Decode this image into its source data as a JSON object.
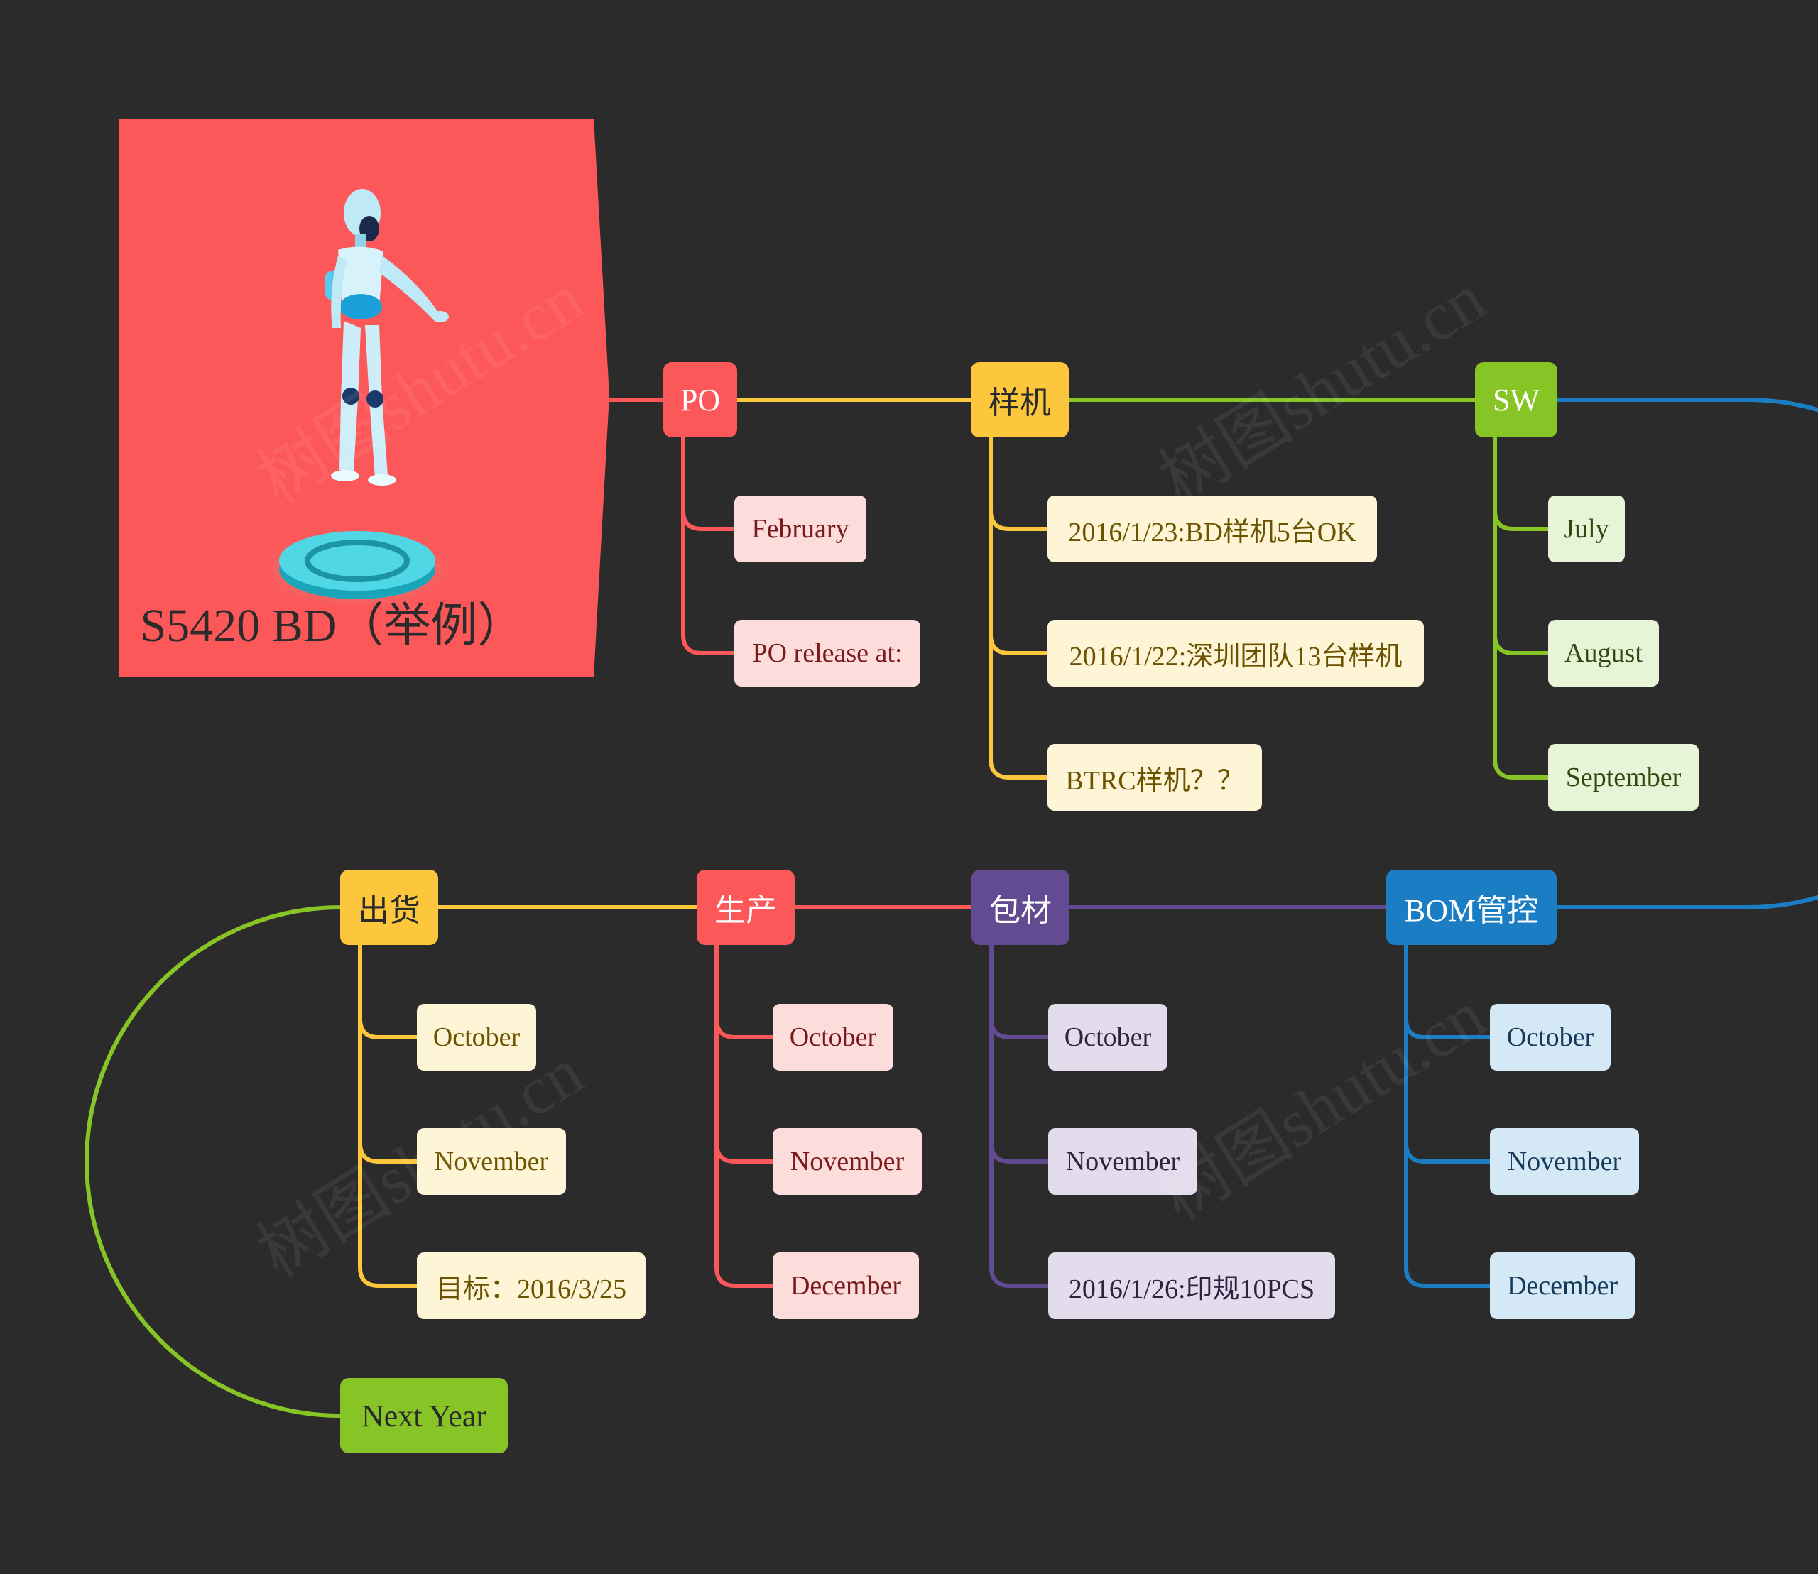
{
  "root": {
    "title": "S5420 BD（举例）",
    "color": "#fd5859"
  },
  "watermark": "树图shutu.cn",
  "branches": [
    {
      "id": "po",
      "label": "PO",
      "color": "#fd5859",
      "leaf_bg": "#fddcdc",
      "leaf_text": "#7a1a1a",
      "children": [
        "February",
        "PO release at:"
      ]
    },
    {
      "id": "prototype",
      "label": "样机",
      "color": "#fdc73d",
      "leaf_bg": "#fef5d6",
      "leaf_text": "#6b5300",
      "children": [
        "2016/1/23:BD样机5台OK",
        "2016/1/22:深圳团队13台样机",
        "BTRC样机？？"
      ]
    },
    {
      "id": "sw",
      "label": "SW",
      "color": "#87c526",
      "leaf_bg": "#e8f4d8",
      "leaf_text": "#2f4a10",
      "children": [
        "July",
        "August",
        "September"
      ]
    },
    {
      "id": "bom",
      "label": "BOM管控",
      "color": "#1b7dc4",
      "leaf_bg": "#d5e8f6",
      "leaf_text": "#163a5a",
      "children": [
        "October",
        "November",
        "December"
      ]
    },
    {
      "id": "packaging",
      "label": "包材",
      "color": "#634b92",
      "leaf_bg": "#e2dcec",
      "leaf_text": "#2e2440",
      "children": [
        "October",
        "November",
        "2016/1/26:印规10PCS"
      ]
    },
    {
      "id": "production",
      "label": "生产",
      "color": "#fd5859",
      "leaf_bg": "#fddcdc",
      "leaf_text": "#7a1a1a",
      "children": [
        "October",
        "November",
        "December"
      ]
    },
    {
      "id": "shipping",
      "label": "出货",
      "color": "#fdc73d",
      "leaf_bg": "#fef5d6",
      "leaf_text": "#6b5300",
      "children": [
        "October",
        "November",
        "目标：2016/3/25"
      ]
    },
    {
      "id": "next-year",
      "label": "Next Year",
      "color": "#87c526",
      "leaf_bg": "#e8f4d8",
      "leaf_text": "#2f4a10",
      "children": []
    }
  ]
}
